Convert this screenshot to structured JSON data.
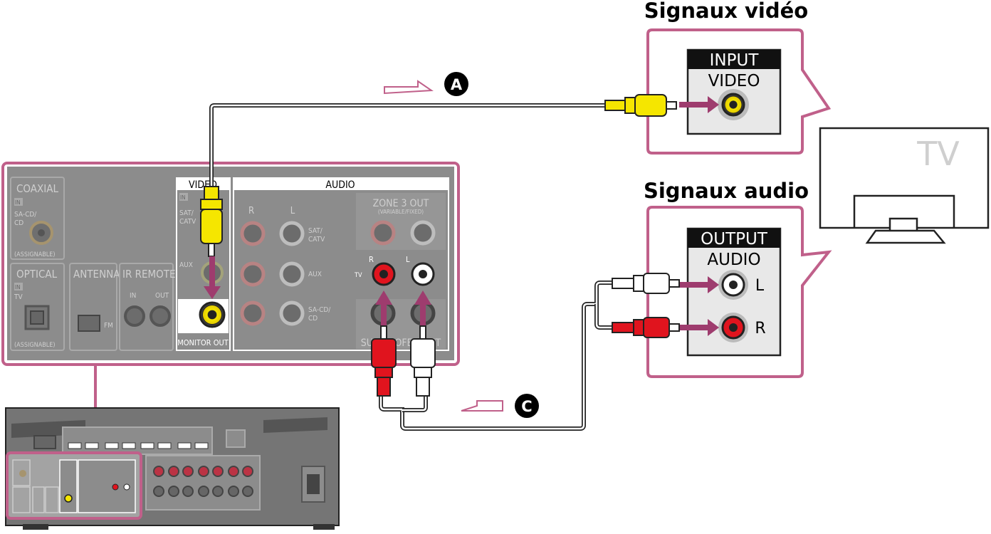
{
  "headings": {
    "video_signals": "Signaux vidéo",
    "audio_signals": "Signaux audio"
  },
  "tv": {
    "label": "TV"
  },
  "tv_input_panel": {
    "title": "INPUT",
    "jack_label": "VIDEO"
  },
  "tv_output_panel": {
    "title": "OUTPUT",
    "jack_label": "AUDIO",
    "left": "L",
    "right": "R"
  },
  "markers": {
    "cable_a": "A",
    "cable_c": "C"
  },
  "receiver_panel": {
    "coaxial": {
      "title": "COAXIAL",
      "in_tag": "IN",
      "jack": "SA-CD/\nCD",
      "assignable": "(ASSIGNABLE)"
    },
    "optical": {
      "title": "OPTICAL",
      "in_tag": "IN",
      "jack": "TV",
      "assignable": "(ASSIGNABLE)"
    },
    "antenna": {
      "title": "ANTENNA",
      "fm": "FM"
    },
    "ir_remote": {
      "title": "IR REMOTE",
      "in": "IN",
      "out": "OUT"
    },
    "video": {
      "title": "VIDEO",
      "in_tag": "IN",
      "sat_catv": "SAT/\nCATV",
      "aux": "AUX",
      "monitor_out": "MONITOR OUT"
    },
    "audio": {
      "title": "AUDIO",
      "r": "R",
      "l": "L",
      "row_sat_catv": "SAT/\nCATV",
      "row_aux": "AUX",
      "row_sacd": "SA-CD/\nCD",
      "zone3_title": "ZONE 3 OUT",
      "zone3_sub": "(VARIABLE/FIXED)",
      "tv_r": "R",
      "tv_l": "L",
      "tv_row": "TV",
      "subwoofer": "SUBWOOFER OUT"
    }
  },
  "colors": {
    "magenta_frame": "#c0608a",
    "arrow_purple": "#9e3c6e",
    "panel_gray": "#8c8c8c",
    "yellow_plug": "#f5e600",
    "red_plug": "#e0141e"
  }
}
